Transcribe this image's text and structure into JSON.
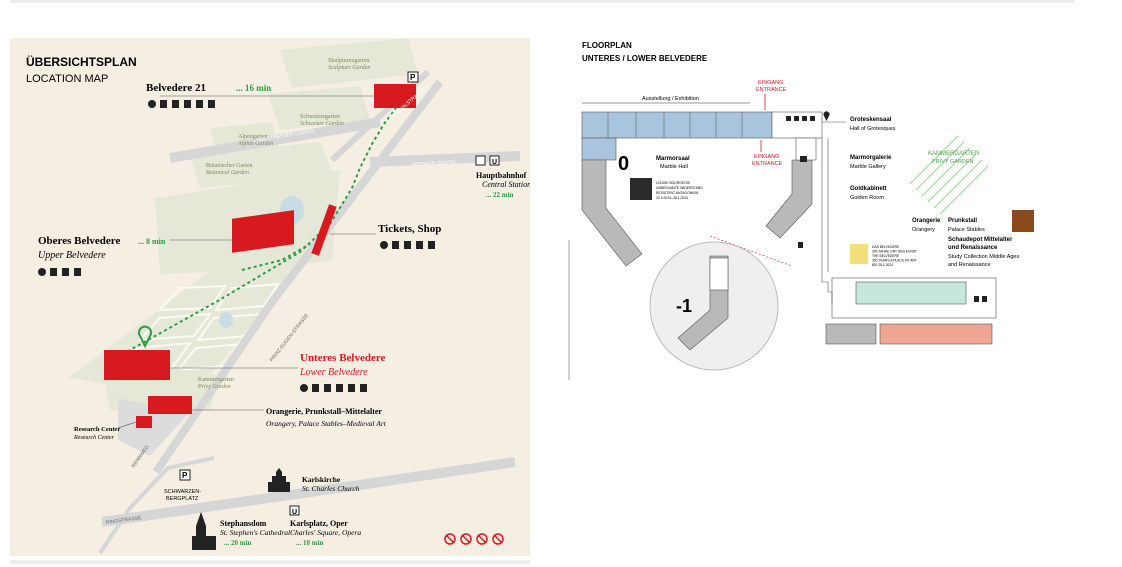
{
  "location_map": {
    "title": "ÜBERSICHTSPLAN",
    "subtitle": "LOCATION MAP",
    "places": {
      "belvedere21": {
        "name": "Belvedere 21",
        "walk": "... 16 min"
      },
      "oberes": {
        "name": "Oberes Belvedere",
        "name_en": "Upper Belvedere",
        "walk": "... 8 min"
      },
      "tickets": {
        "name": "Tickets, Shop"
      },
      "unteres": {
        "name": "Unteres Belvedere",
        "name_en": "Lower Belvedere"
      },
      "orangerie": {
        "name": "Orangerie, Prunkstall–Mittelalter",
        "name_en": "Orangery, Palace Stables–Medieval Art"
      },
      "hauptbahnhof": {
        "name": "Hauptbahnhof",
        "name_en": "Central Station",
        "walk": "... 22 min"
      },
      "research": {
        "name": "Research Center",
        "name_en": "Research Center"
      },
      "karlskirche": {
        "name": "Karlskirche",
        "name_en": "St. Charles Church"
      },
      "karlsplatz": {
        "name": "Karlsplatz, Oper",
        "name_en": "Charles' Square, Opera",
        "walk": "... 10 min"
      },
      "stephansdom": {
        "name": "Stephansdom",
        "name_en": "St. Stephen's Cathedral",
        "walk": "... 20 min"
      },
      "schwarzenbergplatz": {
        "line1": "SCHWARZEN-",
        "line2": "BERGPLATZ"
      }
    },
    "gardens": {
      "skulpturen": {
        "de": "Skulpturengarten",
        "en": "Sculpture Garden"
      },
      "schweizer": {
        "de": "Schweizergarten",
        "en": "Schweizer Garden"
      },
      "alpen": {
        "de": "Alpengarten",
        "en": "Alpine Garden"
      },
      "botanisch": {
        "de": "Botanischer Garten",
        "en": "Botanical Garden"
      },
      "kammer": {
        "de": "Kammergarten",
        "en": "Privy Garden"
      }
    },
    "streets": {
      "landstrasser": "LANDSTRASSER GÜRTEL",
      "wiedner": "WIEDNER GÜRTEL",
      "arsenal": "ARSENALSTRASSE",
      "prinz_eugen": "PRINZ-EUGEN-STRASSE",
      "rennweg": "RENNWEG",
      "ring": "RINGSTRASSE"
    },
    "signs": {
      "parking": "P",
      "ubahn": "U"
    },
    "colors": {
      "bg": "#f4efe2",
      "park": "#e5e8d7",
      "building": "#d71920",
      "path": "#2e9c45",
      "accent_red": "#d71920"
    }
  },
  "floorplan": {
    "title": "FLOORPLAN",
    "subtitle": "UNTERES / LOWER BELVEDERE",
    "exhibition": "Ausstellung / Exhibition",
    "entrance_top": {
      "de": "EINGANG",
      "en": "ENTRANCE"
    },
    "entrance_mid": {
      "de": "EINGANG",
      "en": "ENTRANCE"
    },
    "level0": "0",
    "level_minus1": "-1",
    "rooms": {
      "groteskensaal": {
        "de": "Groteskensaal",
        "en": "Hall of Grotesques"
      },
      "marmorgalerie": {
        "de": "Marmorgalerie",
        "en": "Marble Gallery"
      },
      "goldkabinett": {
        "de": "Goldkabinett",
        "en": "Golden Room"
      },
      "marmorsaal": {
        "de": "Marmorsaal",
        "en": "Marble Hall"
      },
      "orangerie": {
        "de": "Orangerie",
        "en": "Orangery"
      },
      "prunkstall": {
        "de": "Prunkstall",
        "en": "Palace Stables"
      },
      "schaudepot": {
        "de1": "Schaudepot Mittelalter",
        "de2": "und Renaissance",
        "en1": "Study Collection Middle Ages",
        "en2": "and Renaissance"
      },
      "kammergarten": {
        "de": "KAMMERGARTEN",
        "en": "PRIVY GARDEN"
      }
    },
    "exhibits": {
      "louise": [
        "LOUISE BOURGEOIS",
        "UNBEKANNTE WIDERSTAND",
        "RESISTENT ANTAGONISM",
        "22.9.2024–28.1.2024"
      ],
      "dreihundert": [
        "DAS BELVEDERE",
        "300 JAHRE ORT DER KUNST",
        "THE BELVEDERE",
        "300 YEARS A PLACE OF ART",
        "BIS 28.1.2024"
      ]
    },
    "colors": {
      "blue": "#a9c5de",
      "grey": "#b9b9b9",
      "mint": "#c6e8dc",
      "salmon": "#f1a694",
      "garden": "#7ac86f"
    }
  }
}
